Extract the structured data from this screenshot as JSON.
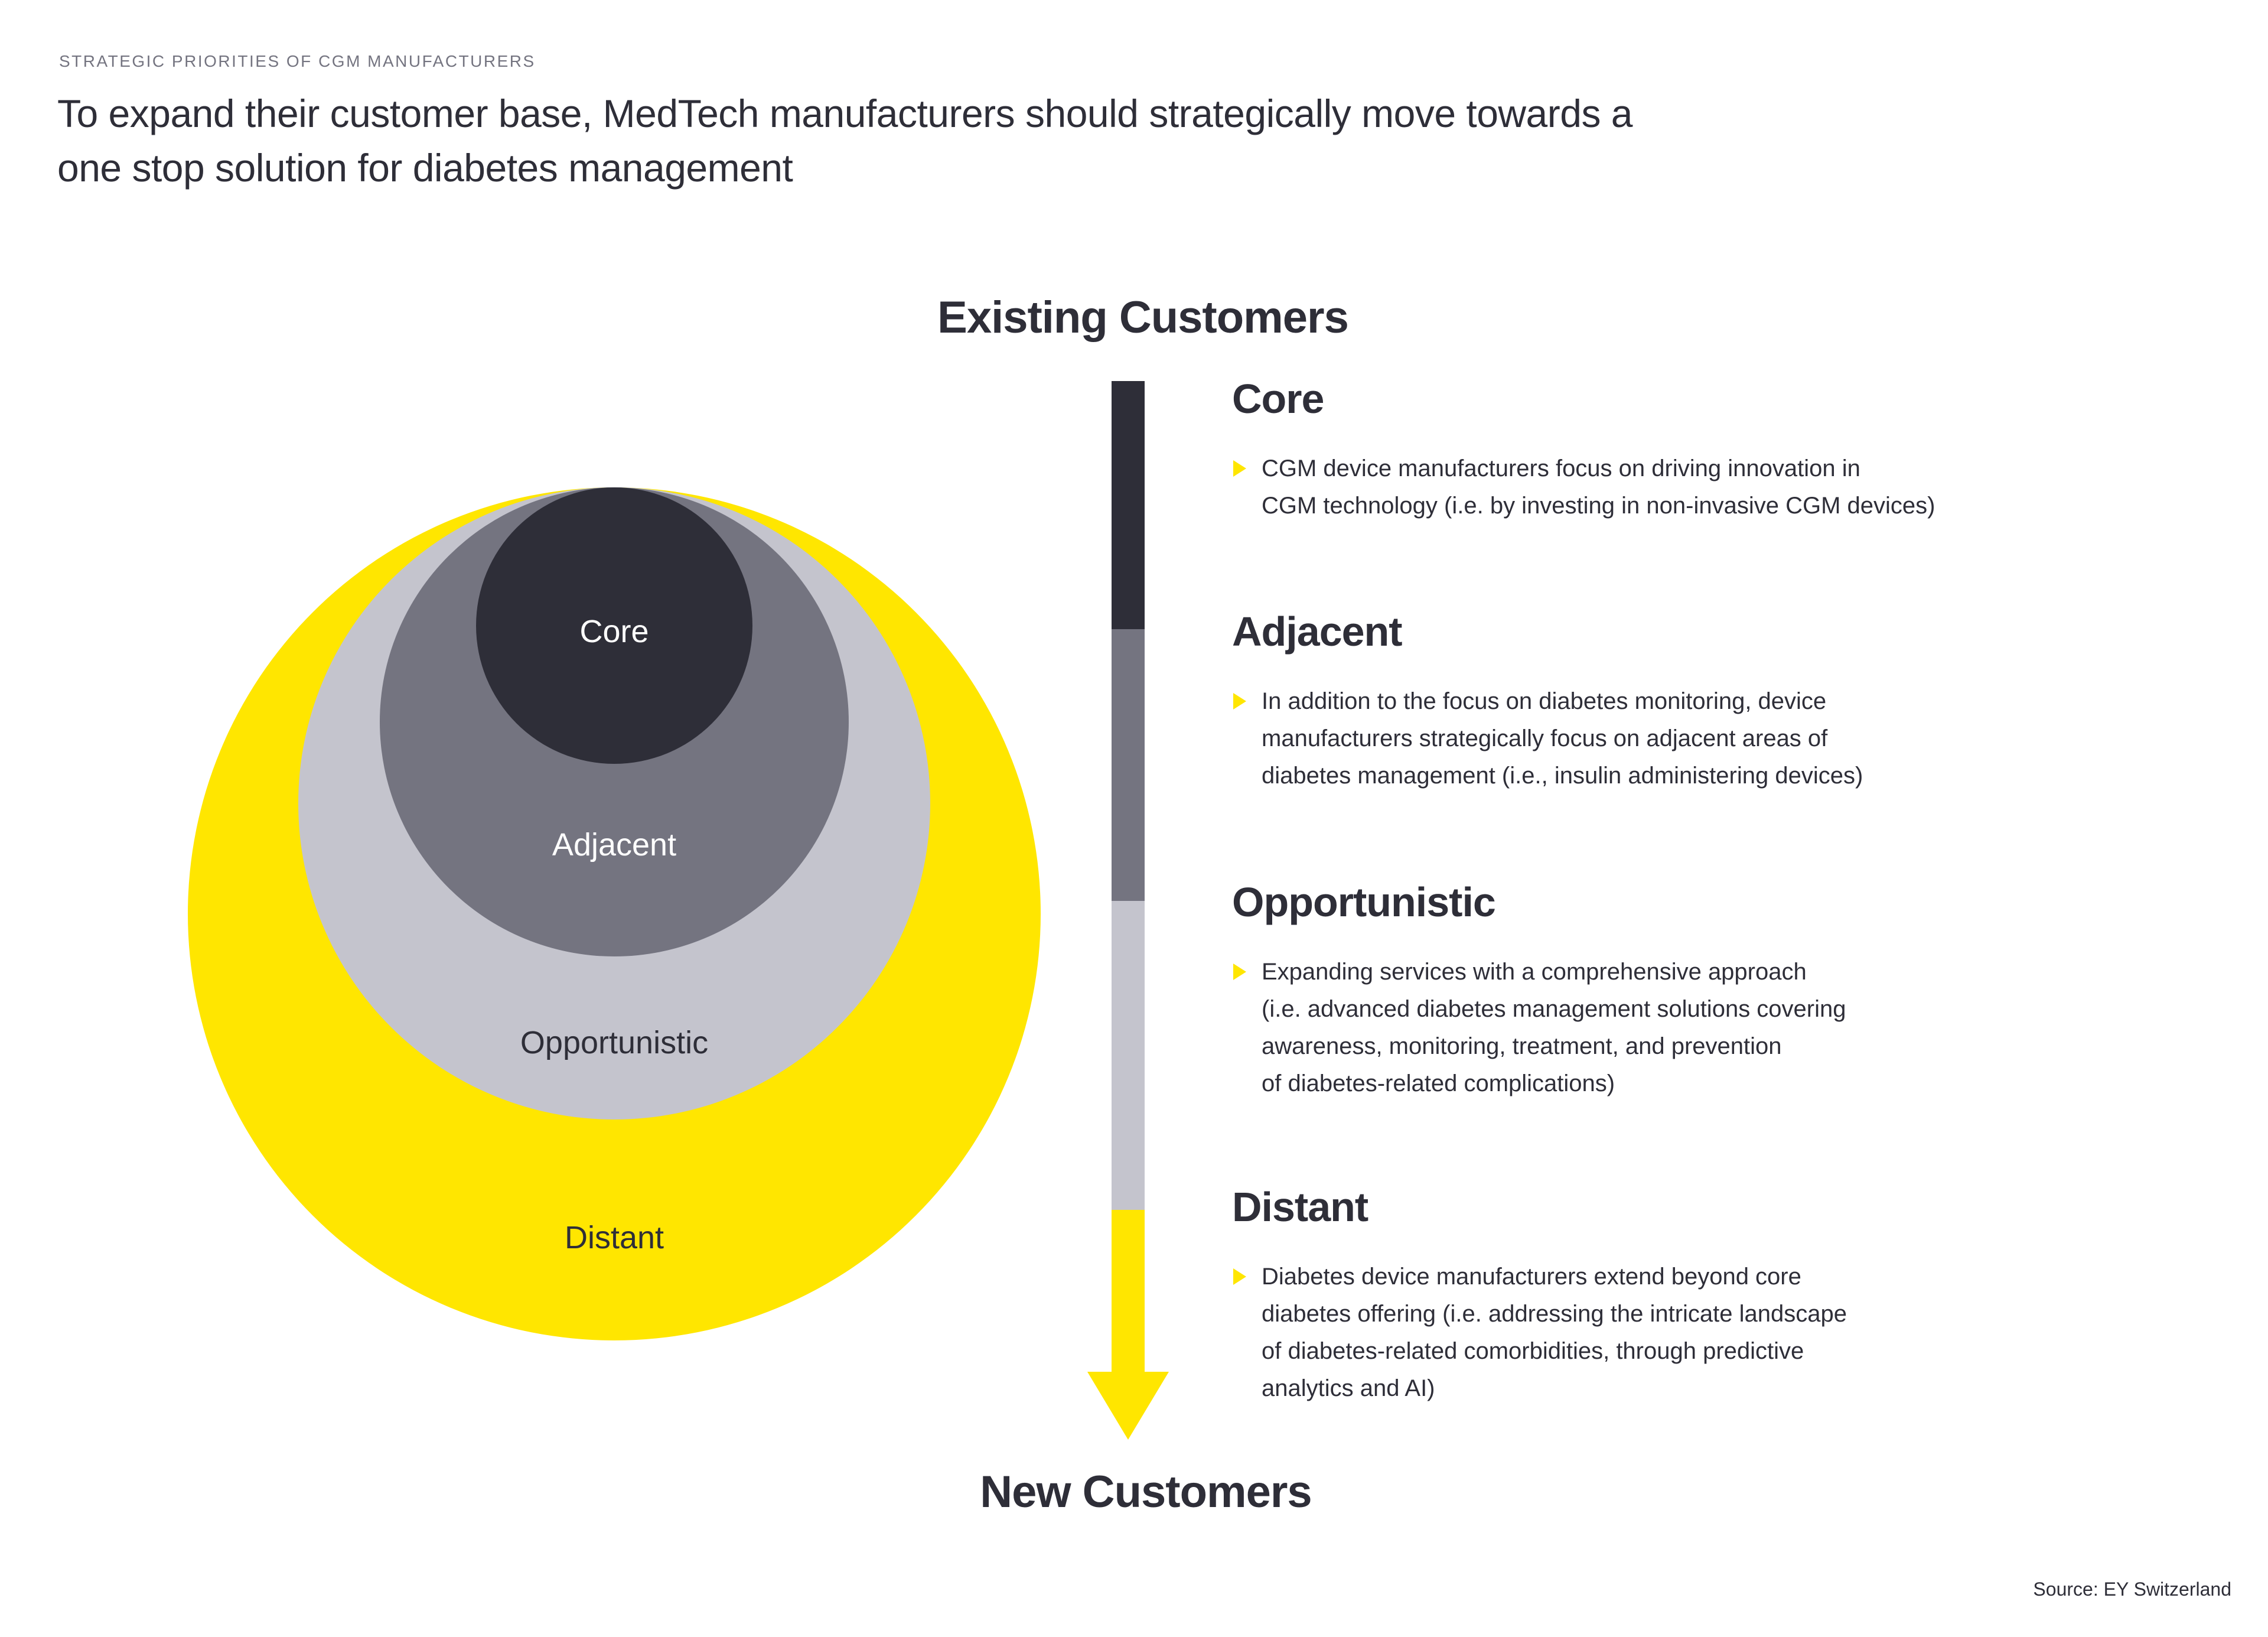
{
  "page": {
    "eyebrow": "STRATEGIC PRIORITIES OF CGM MANUFACTURERS",
    "title_lines": [
      "To expand their customer base, MedTech manufacturers should strategically move towards a",
      "one stop solution for diabetes management"
    ],
    "source": "Source: EY Switzerland"
  },
  "colors": {
    "yellow": "#FFE600",
    "dark": "#2E2E38",
    "gray": "#747480",
    "light_gray": "#C4C4CD",
    "white": "#FFFFFF"
  },
  "diagram": {
    "top_label": "Existing Customers",
    "bottom_label": "New Customers",
    "rings": [
      {
        "label": "Core",
        "color": "#2E2E38",
        "label_color": "#FFFFFF"
      },
      {
        "label": "Adjacent",
        "color": "#747480",
        "label_color": "#FFFFFF"
      },
      {
        "label": "Opportunistic",
        "color": "#C4C4CD",
        "label_color": "#2E2E38"
      },
      {
        "label": "Distant",
        "color": "#FFE600",
        "label_color": "#2E2E38"
      }
    ]
  },
  "sections": [
    {
      "heading": "Core",
      "lines": [
        "CGM device manufacturers focus on driving innovation in",
        "CGM technology (i.e. by investing in non-invasive CGM devices)"
      ]
    },
    {
      "heading": "Adjacent",
      "lines": [
        "In addition to the focus on diabetes monitoring, device",
        "manufacturers strategically focus on adjacent areas of",
        "diabetes management (i.e., insulin administering devices)"
      ]
    },
    {
      "heading": "Opportunistic",
      "lines": [
        "Expanding services with a comprehensive approach",
        "(i.e. advanced diabetes management solutions covering",
        "awareness, monitoring, treatment, and prevention",
        "of diabetes-related complications)"
      ]
    },
    {
      "heading": "Distant",
      "lines": [
        "Diabetes device manufacturers extend beyond core",
        "diabetes offering (i.e. addressing the intricate landscape",
        "of diabetes-related comorbidities, through predictive",
        "analytics and AI)"
      ]
    }
  ]
}
